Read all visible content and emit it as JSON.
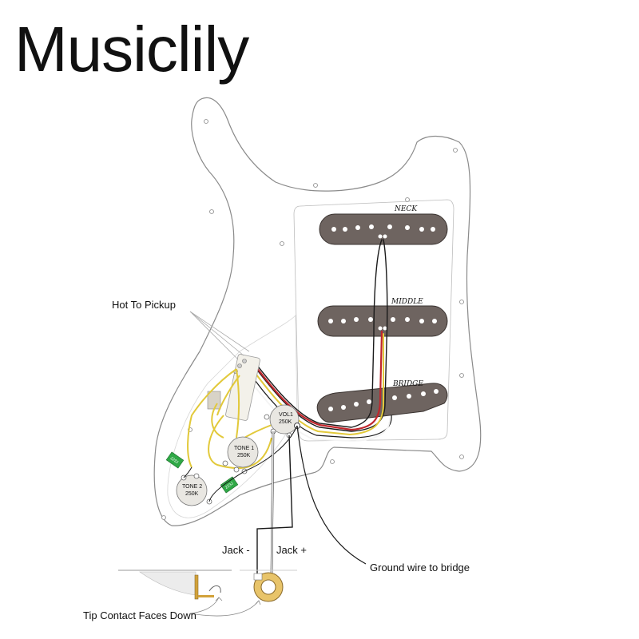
{
  "brand": "Musiclily",
  "pickups": {
    "neck": "NECK",
    "middle": "MIDDLE",
    "bridge": "BRIDGE"
  },
  "pots": {
    "vol": {
      "name": "VOL1",
      "value": "250K"
    },
    "tone1": {
      "name": "TONE 1",
      "value": "250K"
    },
    "tone2": {
      "name": "TONE 2",
      "value": "250K"
    }
  },
  "capacitor_label": "223J",
  "callouts": {
    "hot_to_pickup": "Hot To Pickup",
    "jack_minus": "Jack -",
    "jack_plus": "Jack +",
    "ground_wire": "Ground wire to bridge",
    "tip_contact": "Tip Contact Faces Down"
  },
  "colors": {
    "wire_red": "#c0262c",
    "wire_yellow": "#e2c93a",
    "wire_black": "#1a1a1a",
    "wire_white": "#f4f4f4",
    "pickup_cover": "#6e6460",
    "capacitor": "#2fa846",
    "pot_gold": "#c7a557"
  }
}
